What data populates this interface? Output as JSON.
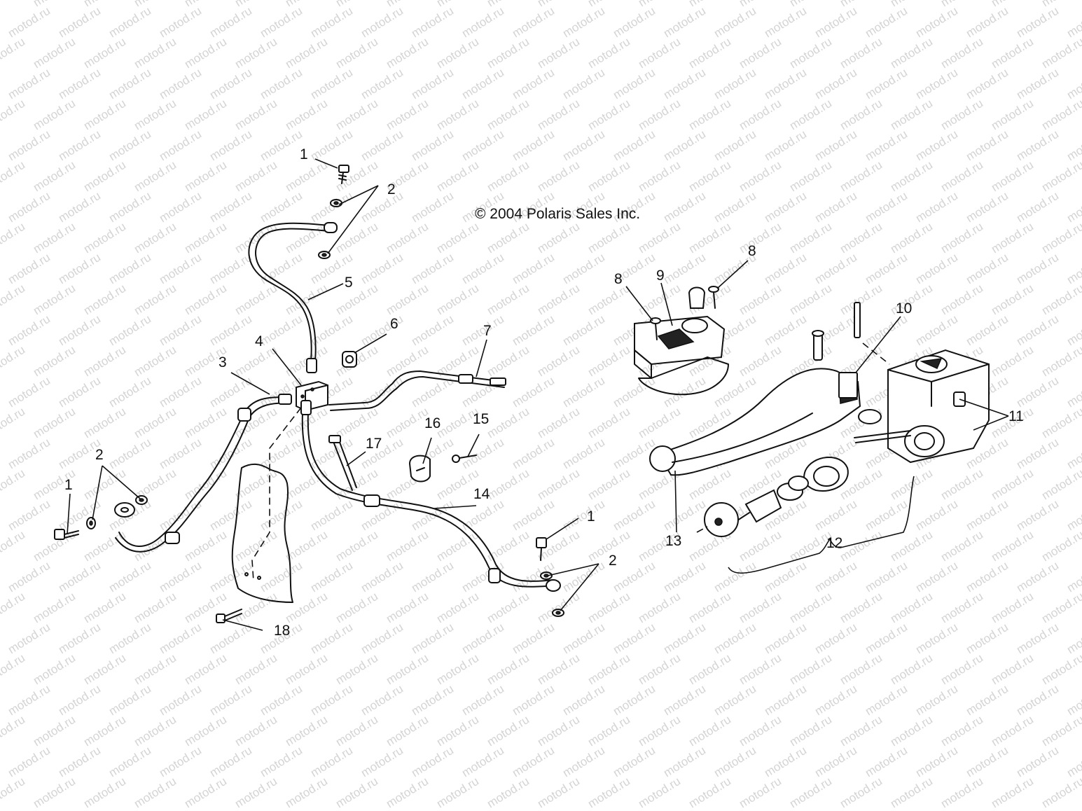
{
  "copyright": "© 2004 Polaris Sales Inc.",
  "watermark": "motod.ru",
  "callouts": [
    {
      "id": "c1a",
      "label": "1"
    },
    {
      "id": "c2a",
      "label": "2"
    },
    {
      "id": "c5",
      "label": "5"
    },
    {
      "id": "c6",
      "label": "6"
    },
    {
      "id": "c4",
      "label": "4"
    },
    {
      "id": "c3",
      "label": "3"
    },
    {
      "id": "c7",
      "label": "7"
    },
    {
      "id": "c2b",
      "label": "2"
    },
    {
      "id": "c1b",
      "label": "1"
    },
    {
      "id": "c16",
      "label": "16"
    },
    {
      "id": "c15",
      "label": "15"
    },
    {
      "id": "c17",
      "label": "17"
    },
    {
      "id": "c14",
      "label": "14"
    },
    {
      "id": "c1c",
      "label": "1"
    },
    {
      "id": "c2c",
      "label": "2"
    },
    {
      "id": "c18",
      "label": "18"
    },
    {
      "id": "c8a",
      "label": "8"
    },
    {
      "id": "c9",
      "label": "9"
    },
    {
      "id": "c8b",
      "label": "8"
    },
    {
      "id": "c10",
      "label": "10"
    },
    {
      "id": "c11",
      "label": "11"
    },
    {
      "id": "c13",
      "label": "13"
    },
    {
      "id": "c12",
      "label": "12"
    }
  ]
}
